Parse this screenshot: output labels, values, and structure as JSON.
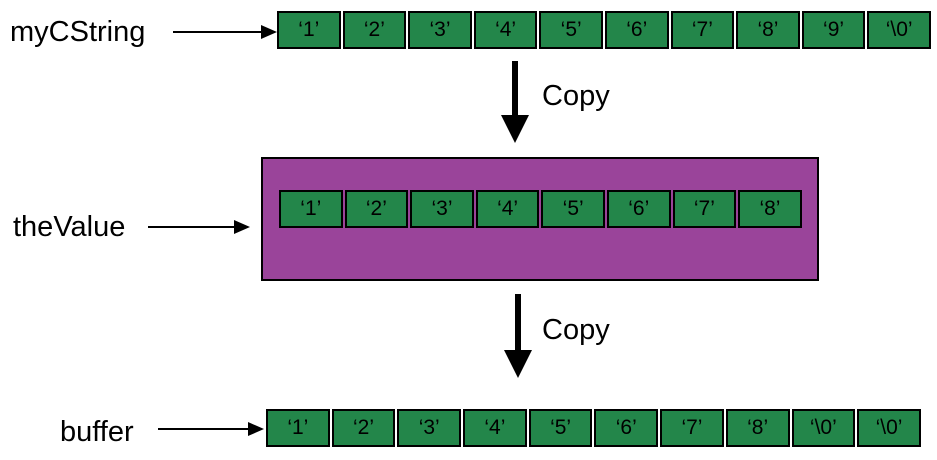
{
  "labels": {
    "source": "myCString",
    "struct": "theValue",
    "dest": "buffer"
  },
  "copy_labels": [
    "Copy",
    "Copy"
  ],
  "rows": {
    "source": [
      "‘1’",
      "‘2’",
      "‘3’",
      "‘4’",
      "‘5’",
      "‘6’",
      "‘7’",
      "‘8’",
      "‘9’",
      "‘\\0’"
    ],
    "struct": [
      "‘1’",
      "‘2’",
      "‘3’",
      "‘4’",
      "‘5’",
      "‘6’",
      "‘7’",
      "‘8’"
    ],
    "dest": [
      "‘1’",
      "‘2’",
      "‘3’",
      "‘4’",
      "‘5’",
      "‘6’",
      "‘7’",
      "‘8’",
      "‘\\0’",
      "‘\\0’"
    ]
  },
  "colors": {
    "cell": "#23864a",
    "container": "#9a449a"
  }
}
